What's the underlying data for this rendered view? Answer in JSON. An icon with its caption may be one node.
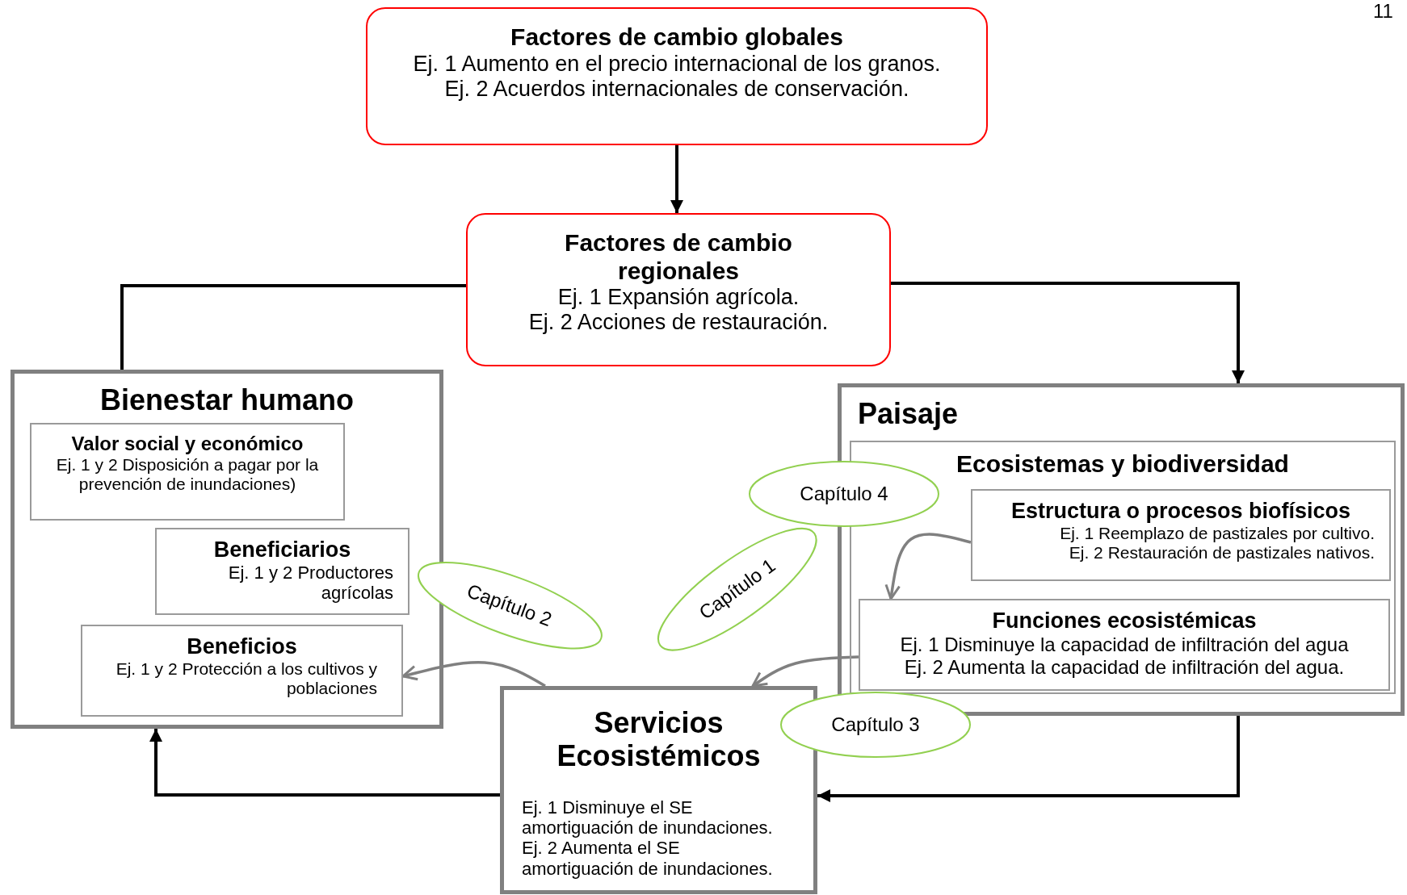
{
  "diagram": {
    "nodes": [
      {
        "text": [
          "Factores de cambio globales",
          "Ej. 1 Aumento en el precio internacional de los granos.",
          "Ej. 2 Acuerdos internacionales de conservación."
        ]
      },
      {
        "text": [
          "Factores de cambio regionales",
          "Ej. 1 Expansión agrícola.",
          "Ej. 2 Acciones de restauración."
        ]
      },
      {
        "text": [
          "Bienestar humano"
        ]
      },
      {
        "text": [
          "Valor social y económico",
          "Ej. 1 y 2 Disposición a pagar por la prevención de inundaciones)"
        ],
        "in": 2
      },
      {
        "text": [
          "Beneficiarios",
          "Ej. 1 y 2 Productores agrícolas"
        ],
        "in": 2
      },
      {
        "text": [
          "Beneficios",
          "Ej. 1 y 2 Protección a los cultivos y poblaciones"
        ],
        "in": 2
      },
      {
        "text": [
          "Paisaje"
        ]
      },
      {
        "text": [
          "Ecosistemas y biodiversidad"
        ],
        "in": 6
      },
      {
        "text": [
          "Estructura o procesos biofísicos",
          "Ej. 1 Reemplazo de pastizales por cultivo.",
          "Ej. 2 Restauración de pastizales nativos."
        ],
        "in": 7
      },
      {
        "text": [
          "Funciones ecosistémicas",
          "Ej. 1 Disminuye la capacidad de infiltración del agua",
          "Ej. 2 Aumenta la capacidad de infiltración del agua."
        ],
        "in": 7
      },
      {
        "text": [
          "Servicios Ecosistémicos",
          "Ej. 1 Disminuye el SE amortiguación de inundaciones.",
          "Ej. 2 Aumenta el SE amortiguación de inundaciones."
        ]
      },
      {
        "text": [
          "Capítulo 4"
        ]
      },
      {
        "text": [
          "Capítulo 2"
        ]
      },
      {
        "text": [
          "Capítulo 1"
        ]
      },
      {
        "text": [
          "Capítulo 3"
        ]
      }
    ],
    "edges": [
      {
        "from": 0,
        "to": 1,
        "arrow": "to"
      },
      {
        "from": 1,
        "to": 2,
        "arrow": "none"
      },
      {
        "from": 1,
        "to": 6,
        "arrow": "to"
      },
      {
        "from": 6,
        "to": 10,
        "arrow": "to"
      },
      {
        "from": 10,
        "to": 2,
        "arrow": "to"
      },
      {
        "from": 8,
        "to": 9,
        "arrow": "to",
        "color": "#808080"
      },
      {
        "from": 9,
        "to": 10,
        "arrow": "to",
        "color": "#808080"
      },
      {
        "from": 10,
        "to": 5,
        "arrow": "to",
        "color": "#808080"
      }
    ],
    "labels": [
      "11"
    ]
  }
}
